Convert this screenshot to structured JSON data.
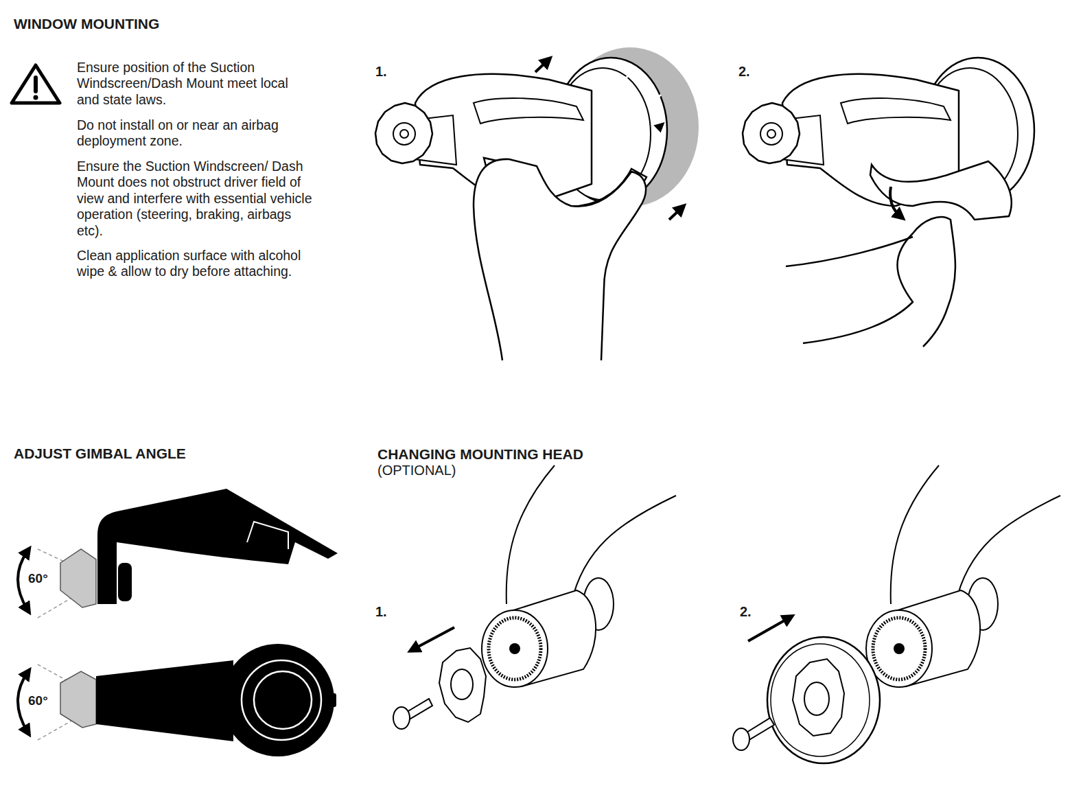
{
  "diagram": {
    "labels": [
      "WINDOW MOUNTING",
      "Ensure position of the Suction Windscreen/Dash Mount meet local and state laws.",
      "Do not install on or near an airbag deployment zone.",
      "Ensure the Suction Windscreen/ Dash Mount does not obstruct driver field of view and interfere with essential vehicle operation (steering, braking, airbags etc).",
      "Clean application surface with alcohol wipe & allow to dry before attaching.",
      "1.",
      "2.",
      "ADJUST GIMBAL ANGLE",
      "60°",
      "60°",
      "CHANGING MOUNTING HEAD",
      "(OPTIONAL)",
      "1.",
      "2."
    ]
  }
}
